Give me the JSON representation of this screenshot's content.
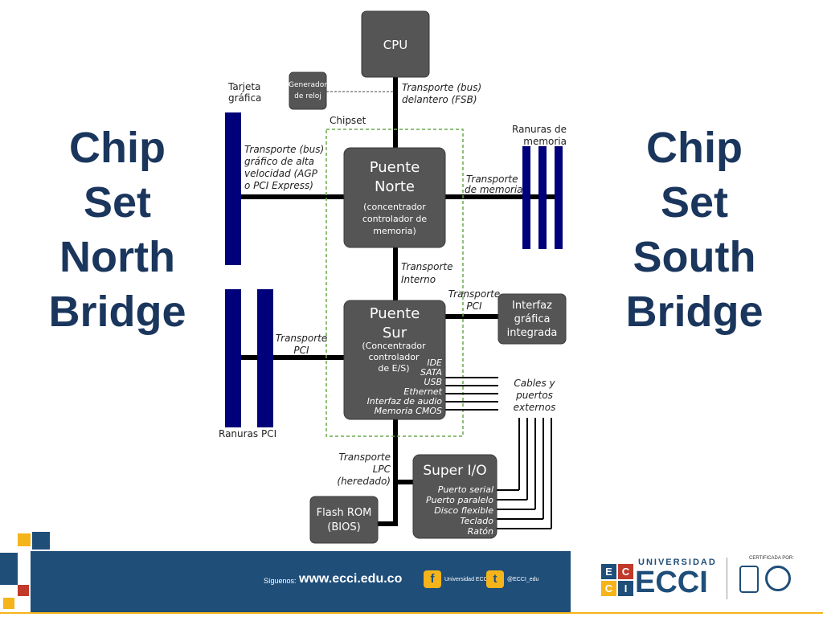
{
  "slide": {
    "left_title": [
      "Chip",
      "Set",
      "North",
      "Bridge"
    ],
    "right_title": [
      "Chip",
      "Set",
      "South",
      "Bridge"
    ]
  },
  "diagram": {
    "cpu": "CPU",
    "clock": [
      "Generador",
      "de reloj"
    ],
    "graphics_card": [
      "Tarjeta",
      "gráfica"
    ],
    "fsb_label": [
      "Transporte (bus)",
      "delantero (FSB)"
    ],
    "chipset": "Chipset",
    "memory_slots": [
      "Ranuras de",
      "memoria"
    ],
    "agp_label": [
      "Transporte (bus)",
      "gráfico de alta",
      "velocidad (AGP",
      "o PCI Express)"
    ],
    "north_bridge": {
      "title": [
        "Puente",
        "Norte"
      ],
      "desc": [
        "(concentrador",
        "controlador de",
        "memoria)"
      ]
    },
    "memory_bus_label": [
      "Transporte",
      "de memoria"
    ],
    "internal_bus_label": [
      "Transporte",
      "Interno"
    ],
    "pci_bus_right_label": [
      "Transporte",
      "PCI"
    ],
    "integrated_graphics": [
      "Interfaz",
      "gráfica",
      "integrada"
    ],
    "pci_bus_left_label": [
      "Transporte",
      "PCI"
    ],
    "south_bridge": {
      "title": [
        "Puente",
        "Sur"
      ],
      "desc": [
        "(Concentrador",
        "controlador",
        "de E/S)"
      ],
      "ports": [
        "IDE",
        "SATA",
        "USB",
        "Ethernet",
        "Interfaz de audio",
        "Memoria CMOS"
      ]
    },
    "cables_label": [
      "Cables y",
      "puertos",
      "externos"
    ],
    "pci_slots": "Ranuras PCI",
    "lpc_label": [
      "Transporte",
      "LPC",
      "(heredado)"
    ],
    "super_io": {
      "title": "Super I/O",
      "ports": [
        "Puerto serial",
        "Puerto paralelo",
        "Disco flexible",
        "Teclado",
        "Ratón"
      ]
    },
    "flash_rom": [
      "Flash ROM",
      "(BIOS)"
    ]
  },
  "footer": {
    "follow_label": "Síguenos:",
    "website": "www.ecci.edu.co",
    "facebook_icon": "facebook-icon",
    "facebook_text": "Universidad ECCI",
    "twitter_icon": "twitter-icon",
    "twitter_text": "@ECCI_edu",
    "logo_top": "UNIVERSIDAD",
    "logo_main": "ECCI",
    "logo_letters": [
      "E",
      "C",
      "C",
      "I"
    ],
    "cert_label": "CERTIFICADA POR:"
  },
  "colors": {
    "title": "#1a365d",
    "footer_band": "#1f4e79",
    "accent_yellow": "#f4b41a",
    "accent_red": "#c0392b",
    "slots": "#00007a",
    "box": "#555555"
  }
}
